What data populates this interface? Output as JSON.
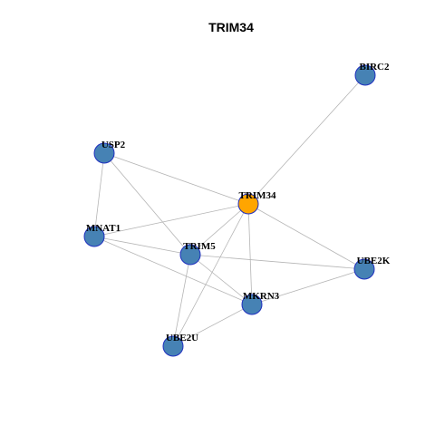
{
  "title": "TRIM34",
  "colors": {
    "hub_node": "#ffa500",
    "node": "#4682b4",
    "node_border": "#1f2fbf",
    "edge": "#b5b5b5"
  },
  "nodes": [
    {
      "id": "BIRC2",
      "label": "BIRC2",
      "hub": false
    },
    {
      "id": "USP2",
      "label": "USP2",
      "hub": false
    },
    {
      "id": "TRIM34",
      "label": "TRIM34",
      "hub": true
    },
    {
      "id": "MNAT1",
      "label": "MNAT1",
      "hub": false
    },
    {
      "id": "TRIM5",
      "label": "TRIM5",
      "hub": false
    },
    {
      "id": "UBE2K",
      "label": "UBE2K",
      "hub": false
    },
    {
      "id": "MKRN3",
      "label": "MKRN3",
      "hub": false
    },
    {
      "id": "UBE2U",
      "label": "UBE2U",
      "hub": false
    }
  ],
  "edges": [
    [
      "TRIM34",
      "BIRC2"
    ],
    [
      "TRIM34",
      "USP2"
    ],
    [
      "TRIM34",
      "MNAT1"
    ],
    [
      "TRIM34",
      "TRIM5"
    ],
    [
      "TRIM34",
      "UBE2K"
    ],
    [
      "TRIM34",
      "MKRN3"
    ],
    [
      "TRIM34",
      "UBE2U"
    ],
    [
      "USP2",
      "MNAT1"
    ],
    [
      "USP2",
      "TRIM5"
    ],
    [
      "MNAT1",
      "TRIM5"
    ],
    [
      "MNAT1",
      "MKRN3"
    ],
    [
      "TRIM5",
      "UBE2K"
    ],
    [
      "TRIM5",
      "MKRN3"
    ],
    [
      "TRIM5",
      "UBE2U"
    ],
    [
      "MKRN3",
      "UBE2K"
    ],
    [
      "MKRN3",
      "UBE2U"
    ]
  ]
}
